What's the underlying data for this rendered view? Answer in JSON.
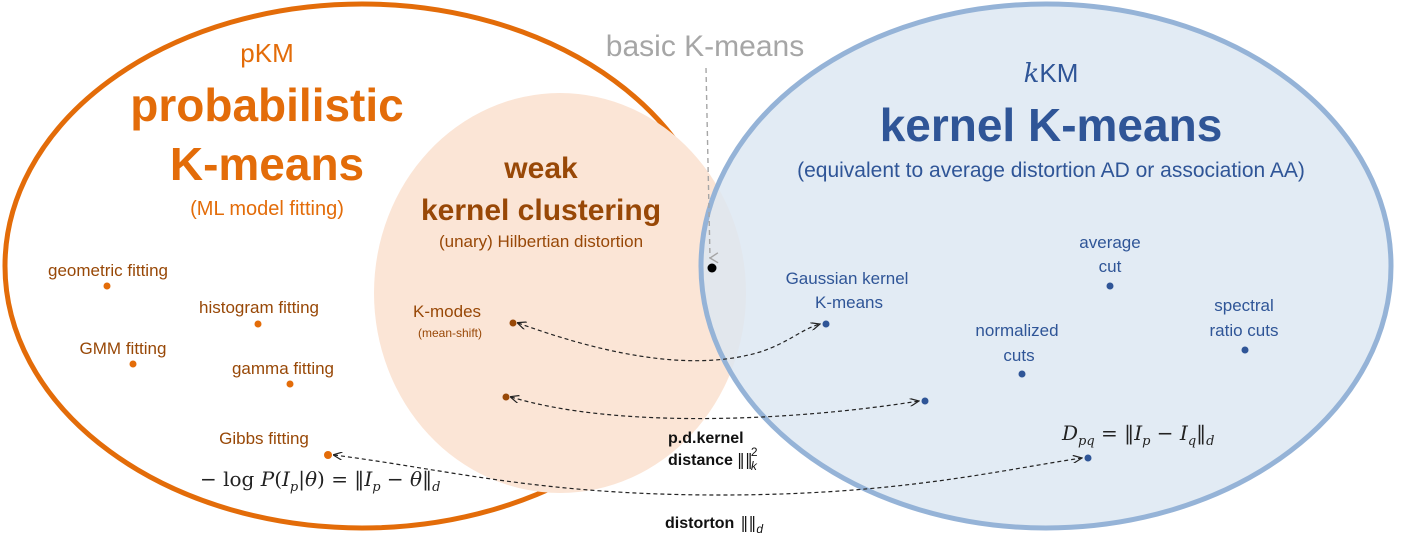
{
  "colors": {
    "orange": "#E36C09",
    "orange_fill": "#FBE5D6",
    "brown": "#984807",
    "blue_stroke": "#95B3D7",
    "blue_fill": "#DCE6F2",
    "blue_text": "#2F5597",
    "blue_dot": "#2F5597",
    "gray": "#A6A6A6",
    "dark": "#222222"
  },
  "top_label": "basic K-means",
  "pkm": {
    "abbrev": "pKM",
    "title_line1": "probabilistic",
    "title_line2": "K-means",
    "subtitle": "(ML model fitting)",
    "items": {
      "geometric": "geometric fitting",
      "histogram": "histogram fitting",
      "gmm": "GMM fitting",
      "gamma": "gamma fitting",
      "gibbs": "Gibbs fitting"
    },
    "formula": "− log P(I",
    "formula_parts": {
      "a": "− log ",
      "b": "P",
      "c": "(",
      "d": "I",
      "e": "p",
      "f": "|",
      "g": "θ",
      "h": ") = ‖",
      "i": "I",
      "j": "p",
      "k": " − ",
      "l": "θ",
      "m": "‖",
      "n": "d"
    }
  },
  "weak": {
    "title_line1": "weak",
    "title_line2": "kernel clustering",
    "subtitle": "(unary) Hilbertian distortion",
    "kmodes": "K-modes",
    "kmodes_sub": "(mean-shift)"
  },
  "kkm": {
    "abbrev_k": "k",
    "abbrev_rest": "KM",
    "title": "kernel K-means",
    "subtitle": "(equivalent to average distortion AD or association AA)",
    "items": {
      "average_l1": "average",
      "average_l2": "cut",
      "gauss_l1": "Gaussian kernel",
      "gauss_l2": "K-means",
      "spectral_l1": "spectral",
      "spectral_l2": "ratio cuts",
      "normalized_l1": "normalized",
      "normalized_l2": "cuts"
    },
    "formula_parts": {
      "a": "D",
      "b": "pq",
      "c": " = ‖",
      "d": "I",
      "e": "p",
      "f": " − ",
      "g": "I",
      "h": "q",
      "i": "‖",
      "j": "d"
    }
  },
  "annotations": {
    "pd_kernel_l1": "p.d.kernel",
    "pd_kernel_l2": "distance",
    "pd_kernel_norm": "‖‖",
    "pd_kernel_sub": "k",
    "pd_kernel_sup": "2",
    "distorton": "distorton",
    "distorton_norm": "‖‖",
    "distorton_sub": "d"
  }
}
